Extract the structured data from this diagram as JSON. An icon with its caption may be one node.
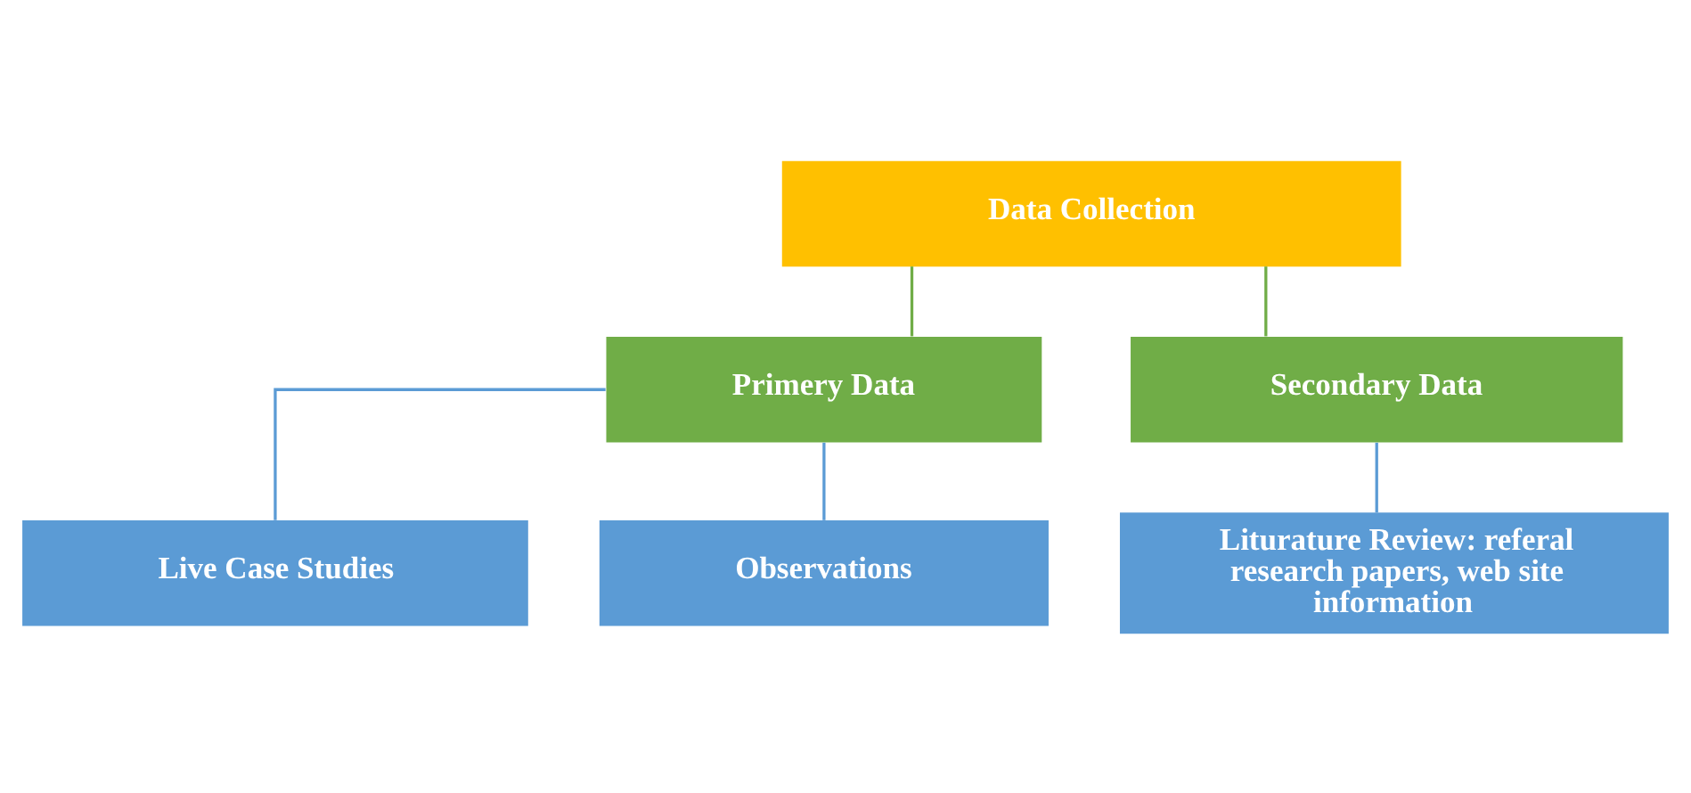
{
  "diagram": {
    "nodes": [
      {
        "text": [
          "Data Collection"
        ]
      },
      {
        "text": [
          "Primery Data"
        ]
      },
      {
        "text": [
          "Secondary Data"
        ]
      },
      {
        "text": [
          "Live Case Studies"
        ]
      },
      {
        "text": [
          "Observations"
        ]
      },
      {
        "text": [
          "Liturature Review: referal research papers, web site information"
        ]
      }
    ],
    "edges": [
      {
        "from": 0,
        "to": 1,
        "arrow": "none",
        "color": "#70ad47"
      },
      {
        "from": 0,
        "to": 2,
        "arrow": "none",
        "color": "#70ad47"
      },
      {
        "from": 1,
        "to": 3,
        "arrow": "none"
      },
      {
        "from": 1,
        "to": 4,
        "arrow": "none"
      },
      {
        "from": 2,
        "to": 5,
        "arrow": "none"
      }
    ]
  }
}
